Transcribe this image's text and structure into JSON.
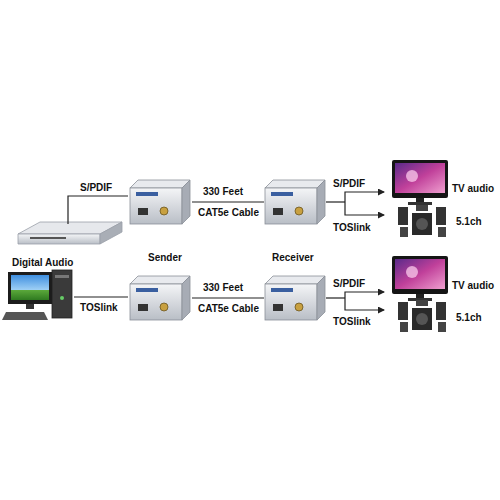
{
  "diagram": {
    "labels": [
      "S/PDIF",
      "330 Feet",
      "CAT5e Cable",
      "S/PDIF",
      "TOSlink",
      "TV audio",
      "5.1ch",
      "Sender",
      "Receiver",
      "Digital Audio",
      "TOSlink",
      "330 Feet",
      "CAT5e Cable",
      "S/PDIF",
      "TOSlink",
      "TV audio",
      "5.1ch"
    ]
  }
}
